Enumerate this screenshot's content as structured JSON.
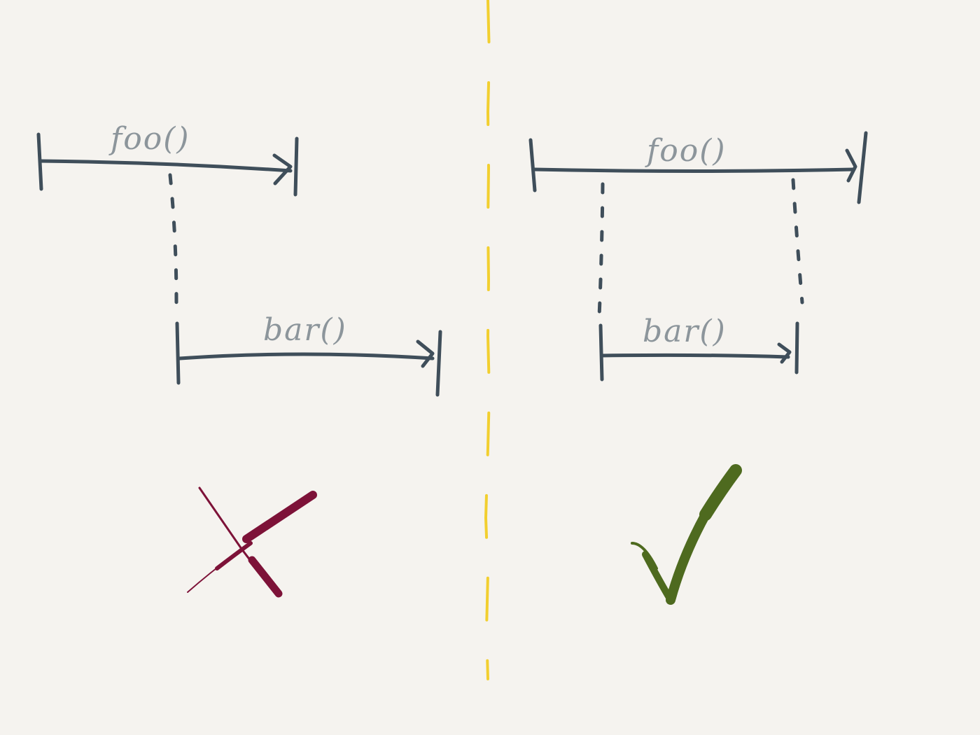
{
  "colors": {
    "background": "#f5f3ef",
    "timeline": "#3f4e5a",
    "label_text": "#8c959b",
    "divider": "#f2cf2f",
    "cross": "#7d1238",
    "check": "#4e6a1f"
  },
  "left_panel": {
    "call_1_label": "foo()",
    "call_2_label": "bar()",
    "verdict_icon": "cross-icon"
  },
  "right_panel": {
    "call_1_label": "foo()",
    "call_2_label": "bar()",
    "verdict_icon": "check-icon"
  }
}
